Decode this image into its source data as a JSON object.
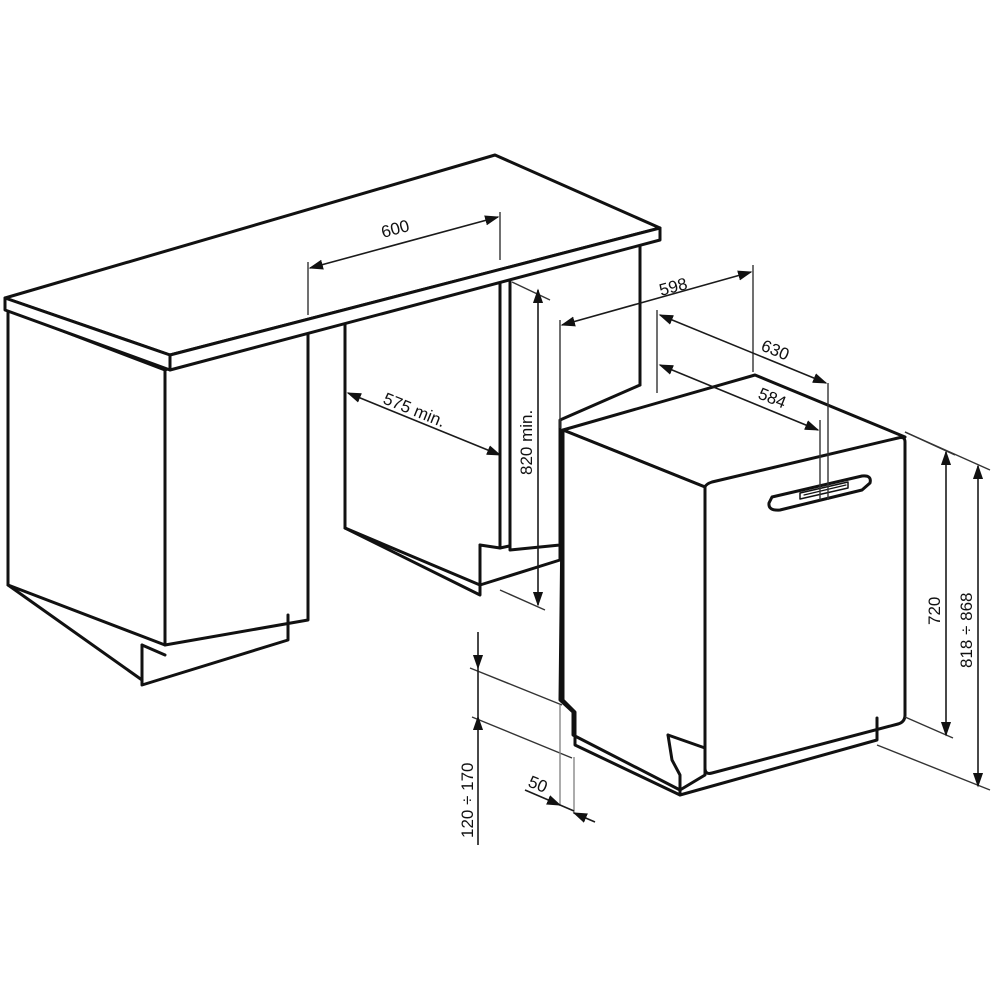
{
  "diagram": {
    "title": "Built-in dishwasher installation dimensions",
    "units": "mm",
    "stroke_color": "#111111",
    "background_color": "#ffffff",
    "elements": {
      "worktop": "kitchen worktop",
      "left_cabinet": "base cabinet",
      "niche": "installation niche",
      "appliance": "dishwasher",
      "door_handle": "door handle"
    },
    "dimensions": {
      "niche_width": "600",
      "niche_depth": "575 min.",
      "niche_height": "820 min.",
      "appliance_width": "598",
      "appliance_depth_total": "630",
      "appliance_depth_body": "584",
      "appliance_height_body": "720",
      "appliance_height_total": "818 ÷ 868",
      "plinth_height": "120 ÷ 170",
      "plinth_recess": "50"
    }
  }
}
